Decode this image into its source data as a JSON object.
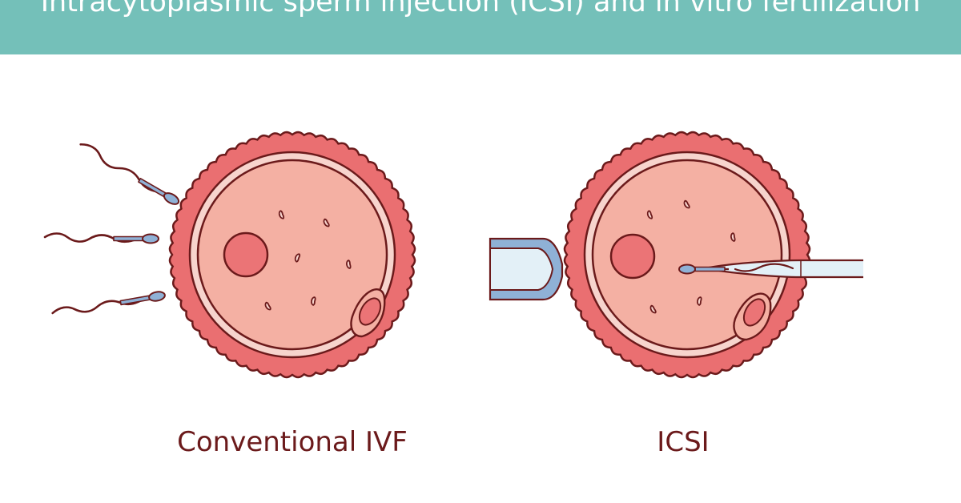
{
  "header": {
    "title": "Intracytoplasmic sperm injection (ICSI) and in vitro fertilization",
    "background_color": "#74c0b9"
  },
  "panels": [
    {
      "caption": "Conventional IVF",
      "icons": [
        "egg-cell-icon",
        "sperm-cell-icon",
        "nucleus-icon",
        "polar-body-icon"
      ]
    },
    {
      "caption": "ICSI",
      "icons": [
        "egg-cell-icon",
        "holding-pipette-icon",
        "injection-needle-icon",
        "sperm-cell-icon",
        "nucleus-icon",
        "polar-body-icon"
      ]
    }
  ],
  "colors": {
    "outline": "#6b1a1b",
    "zona": "#ea6f71",
    "zona_inner": "#f7d4cd",
    "cytoplasm": "#f4b0a3",
    "nucleus": "#eb7476",
    "sperm_head": "#8fb1d6",
    "pipette_glass": "#e3f0f7",
    "caption_text": "#6b1a1b"
  }
}
